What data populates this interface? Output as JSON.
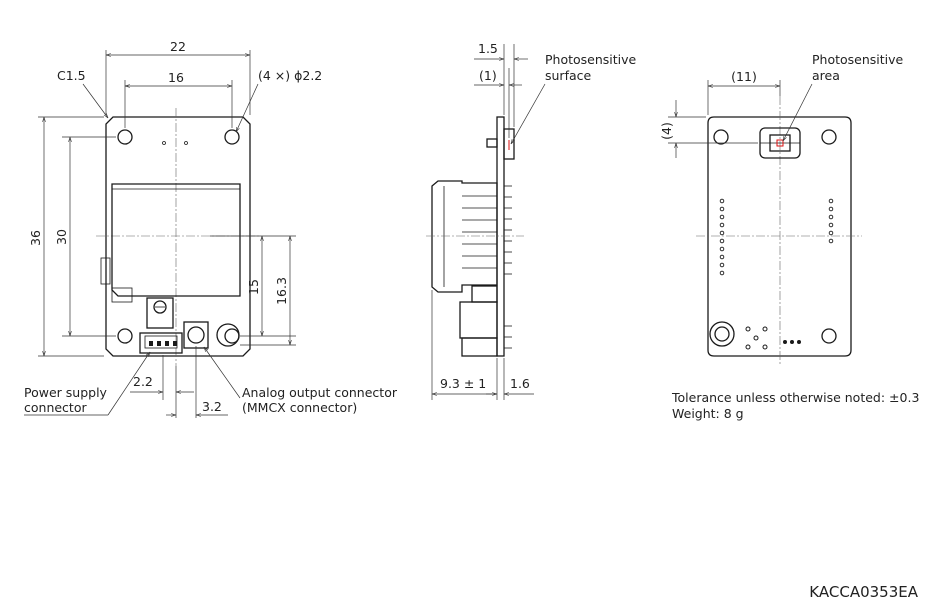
{
  "front_view": {
    "width": "22",
    "hole_spacing": "16",
    "chamfer": "C1.5",
    "holes": "(4 ×) ϕ2.2",
    "height": "36",
    "hole_spacing_vertical": "30",
    "dim_15": "15",
    "dim_16_3": "16.3",
    "dim_2_2": "2.2",
    "dim_3_2": "3.2",
    "power_label_line1": "Power supply",
    "power_label_line2": "connector",
    "analog_label_line1": "Analog output connector",
    "analog_label_line2": "(MMCX connector)"
  },
  "side_view": {
    "dim_1_5": "1.5",
    "dim_1": "(1)",
    "surface_label_line1": "Photosensitive",
    "surface_label_line2": "surface",
    "depth": "9.3 ± 1",
    "thickness": "1.6"
  },
  "back_view": {
    "dim_11": "(11)",
    "dim_4": "(4)",
    "area_label_line1": "Photosensitive",
    "area_label_line2": "area"
  },
  "notes": {
    "tolerance": "Tolerance unless otherwise noted: ±0.3",
    "weight": "Weight: 8 g"
  },
  "drawing_code": "KACCA0353EA"
}
